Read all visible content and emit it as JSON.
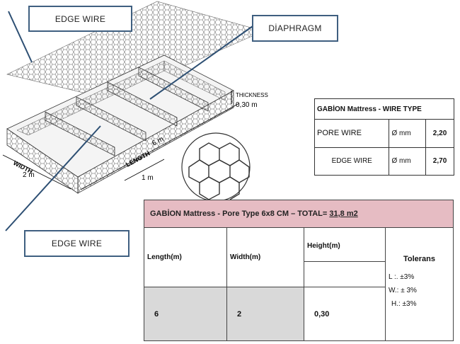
{
  "callouts": {
    "edge_wire_top": "EDGE WIRE",
    "diaphragm": "DİAPHRAGM",
    "edge_wire_bottom": "EDGE WIRE"
  },
  "dimensions": {
    "thickness_label": "THICKNESS",
    "thickness_value": "0,30 m",
    "length_label": "LENGTH",
    "length_total": "6 m",
    "length_unit": "1 m",
    "width_label": "WIDTH",
    "width_total": "2 m"
  },
  "wire_table": {
    "title": "GABİON Mattress -  WIRE TYPE",
    "rows": [
      {
        "name": "PORE WIRE",
        "symbol": "Ø mm",
        "value": "2,20"
      },
      {
        "name": "EDGE WIRE",
        "symbol": "Ø mm",
        "value": "2,70"
      }
    ]
  },
  "pore_table": {
    "title_prefix": "GABİON Mattress - Pore Type 6x8 CM –  TOTAL= ",
    "title_total": "31,8 m2",
    "headers": {
      "length": "Length(m)",
      "width": "Width(m)",
      "height": "Height(m)",
      "tolerans": "Tolerans"
    },
    "values": {
      "length": "6",
      "width": "2",
      "height": "0,30"
    },
    "tolerances": [
      "L :. ±3%",
      "W.: ± 3%",
      "H.: ±3%"
    ]
  },
  "colors": {
    "callout_border": "#3f5f80",
    "pointer_line": "#2d4f73",
    "title_band": "#e6bcc3",
    "data_row": "#d9d9d9"
  }
}
